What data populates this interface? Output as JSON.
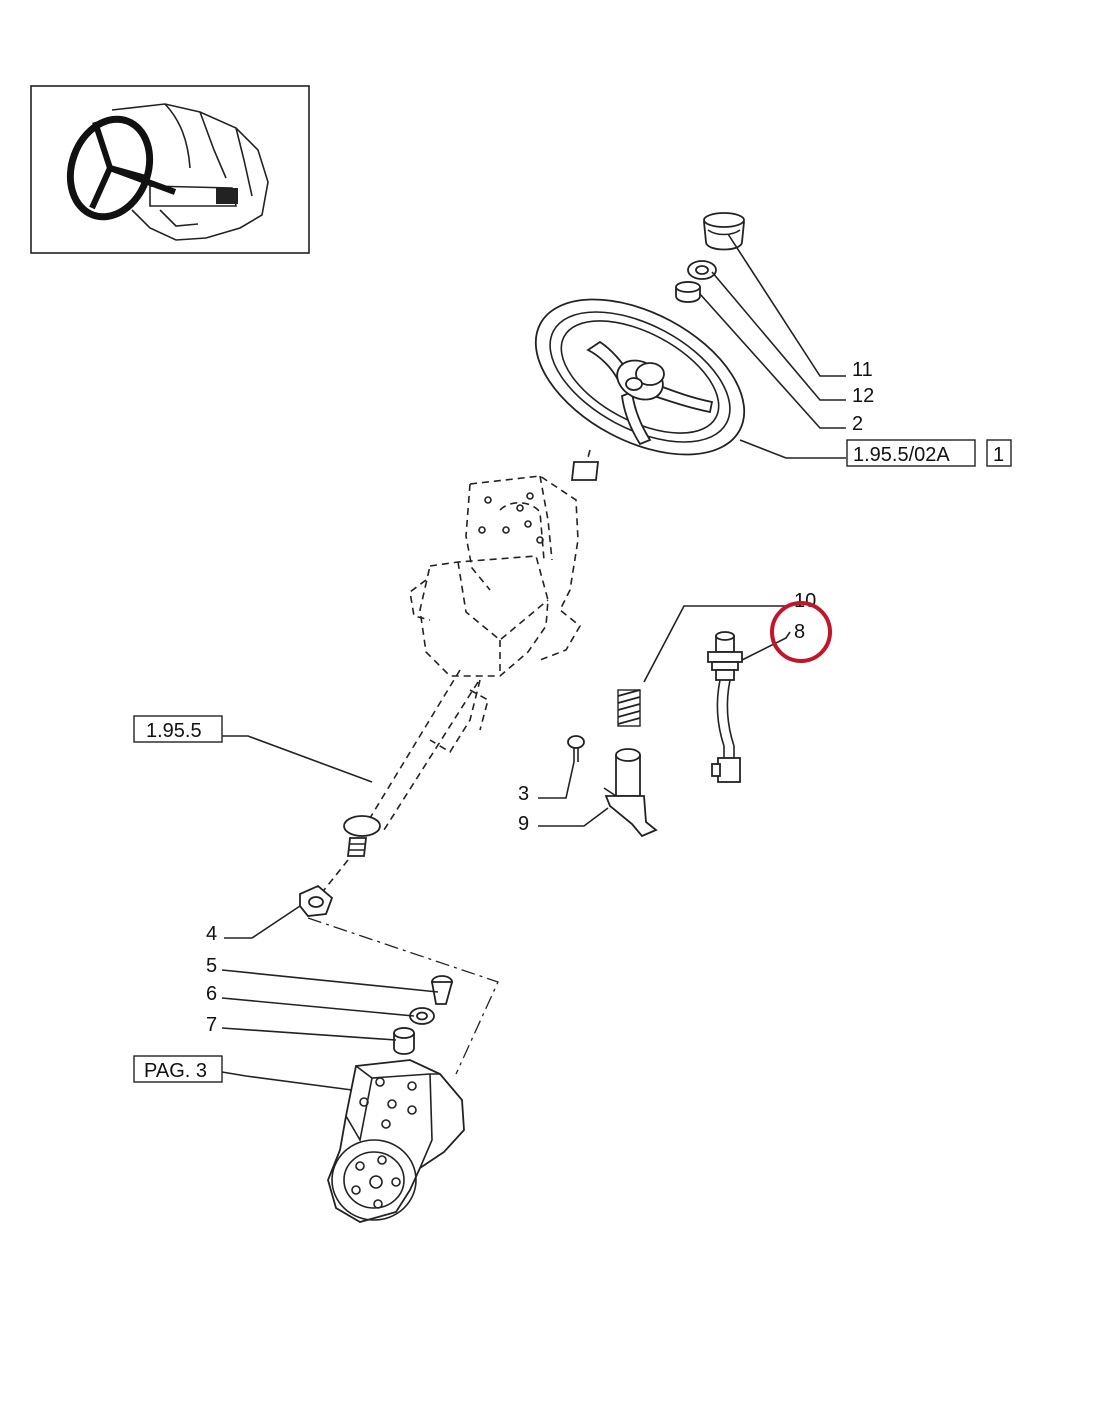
{
  "callouts": {
    "n11": "11",
    "n12": "12",
    "n2": "2",
    "n10": "10",
    "n8": "8",
    "n3": "3",
    "n9": "9",
    "n4": "4",
    "n5": "5",
    "n6": "6",
    "n7": "7"
  },
  "references": {
    "steering_wheel_ref": "1.95.5/02A",
    "steering_wheel_qty": "1",
    "column_ref": "1.95.5",
    "pump_ref": "PAG. 3"
  },
  "colors": {
    "line": "#222222",
    "highlight": "#c0152a",
    "background": "#ffffff"
  }
}
